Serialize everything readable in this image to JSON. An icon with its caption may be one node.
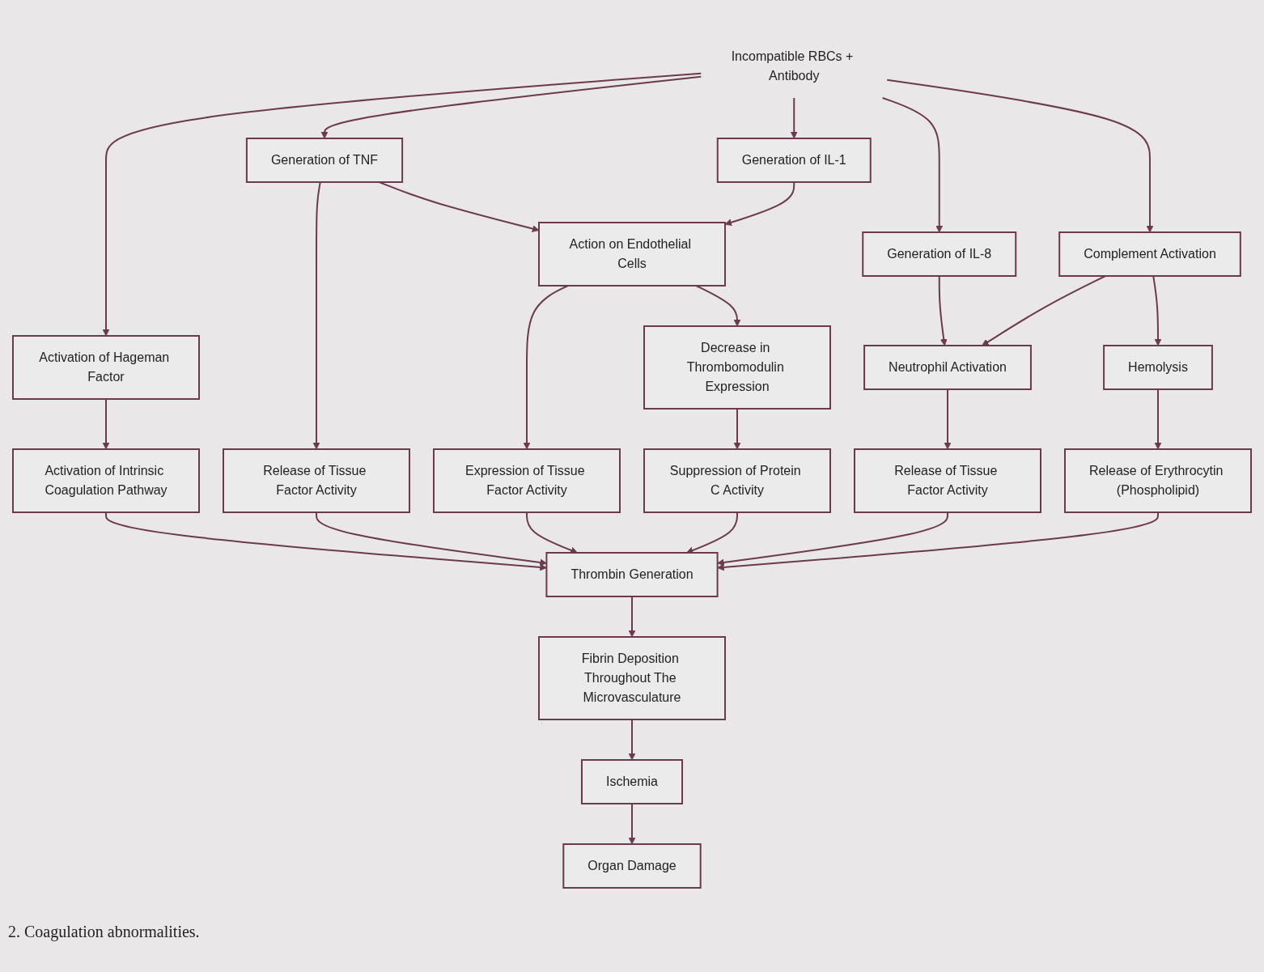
{
  "diagram": {
    "caption": "2. Coagulation abnormalities.",
    "nodes": [
      {
        "text": [
          "Incompatible RBCs + Antibody"
        ]
      },
      {
        "text": [
          "Activation of Hageman Factor"
        ]
      },
      {
        "text": [
          "Generation of TNF"
        ]
      },
      {
        "text": [
          "Generation of IL-1"
        ]
      },
      {
        "text": [
          "Generation of IL-8"
        ]
      },
      {
        "text": [
          "Activation of Intrinsic Coagulation Pathway"
        ]
      },
      {
        "text": [
          "Release of Tissue Factor Activity"
        ]
      },
      {
        "text": [
          "Action on Endothelial Cells"
        ]
      },
      {
        "text": [
          "Neutrophil Activation"
        ]
      },
      {
        "text": [
          "Complement Activation"
        ]
      },
      {
        "text": [
          "Expression of Tissue Factor Activity"
        ]
      },
      {
        "text": [
          "Decrease in Thrombomodulin Expression"
        ]
      },
      {
        "text": [
          "Release of Tissue Factor Activity"
        ]
      },
      {
        "text": [
          "Hemolysis"
        ]
      },
      {
        "text": [
          "Suppression of Protein C Activity"
        ]
      },
      {
        "text": [
          "Release of Erythrocytin (Phospholipid)"
        ]
      },
      {
        "text": [
          "Thrombin Generation"
        ]
      },
      {
        "text": [
          "Fibrin Deposition Throughout The Microvasculature"
        ]
      },
      {
        "text": [
          "Ischemia"
        ]
      },
      {
        "text": [
          "Organ Damage"
        ]
      }
    ],
    "edges": [
      {
        "from": 0,
        "to": 1,
        "arrow": "to"
      },
      {
        "from": 0,
        "to": 2,
        "arrow": "to"
      },
      {
        "from": 0,
        "to": 3,
        "arrow": "to"
      },
      {
        "from": 0,
        "to": 4,
        "arrow": "to"
      },
      {
        "from": 0,
        "to": 9,
        "arrow": "to"
      },
      {
        "from": 1,
        "to": 5,
        "arrow": "to"
      },
      {
        "from": 2,
        "to": 6,
        "arrow": "to"
      },
      {
        "from": 2,
        "to": 7,
        "arrow": "to"
      },
      {
        "from": 3,
        "to": 7,
        "arrow": "to"
      },
      {
        "from": 4,
        "to": 8,
        "arrow": "to"
      },
      {
        "from": 9,
        "to": 8,
        "arrow": "to"
      },
      {
        "from": 7,
        "to": 10,
        "arrow": "to"
      },
      {
        "from": 7,
        "to": 11,
        "arrow": "to"
      },
      {
        "from": 8,
        "to": 12,
        "arrow": "to"
      },
      {
        "from": 9,
        "to": 13,
        "arrow": "to"
      },
      {
        "from": 11,
        "to": 14,
        "arrow": "to"
      },
      {
        "from": 13,
        "to": 15,
        "arrow": "to"
      },
      {
        "from": 5,
        "to": 16,
        "arrow": "to"
      },
      {
        "from": 6,
        "to": 16,
        "arrow": "to"
      },
      {
        "from": 10,
        "to": 16,
        "arrow": "to"
      },
      {
        "from": 14,
        "to": 16,
        "arrow": "to"
      },
      {
        "from": 12,
        "to": 16,
        "arrow": "to"
      },
      {
        "from": 15,
        "to": 16,
        "arrow": "to"
      },
      {
        "from": 16,
        "to": 17,
        "arrow": "to"
      },
      {
        "from": 17,
        "to": 18,
        "arrow": "to"
      },
      {
        "from": 18,
        "to": 19,
        "arrow": "to"
      }
    ]
  }
}
